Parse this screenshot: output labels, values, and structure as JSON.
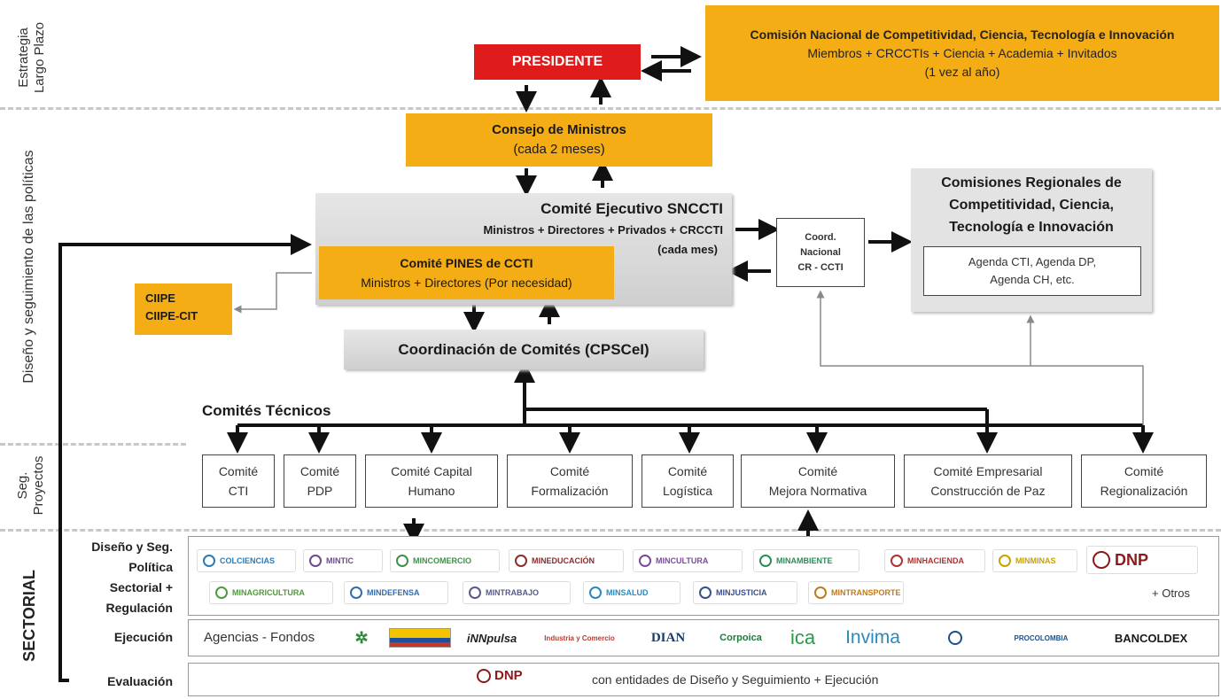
{
  "side_labels": {
    "strategy": [
      "Estrategia",
      "Largo Plazo"
    ],
    "design": "Diseño y seguimiento de las políticas",
    "projects": [
      "Seg.",
      "Proyectos"
    ],
    "sectoral": "SECTORIAL"
  },
  "presidente": "PRESIDENTE",
  "comision_nacional": {
    "title": "Comisión Nacional de Competitividad, Ciencia, Tecnología e Innovación",
    "members": "Miembros + CRCCTIs + Ciencia + Academia +  Invitados",
    "frequency": "(1 vez al año)"
  },
  "consejo": {
    "title": "Consejo de Ministros",
    "frequency": "(cada 2 meses)"
  },
  "comite_ejecutivo": {
    "title": "Comité Ejecutivo SNCCTI",
    "members": "Ministros + Directores + Privados + CRCCTI",
    "frequency": "(cada mes)"
  },
  "comite_pines": {
    "title": "Comité PINES de CCTI",
    "members": "Ministros + Directores (Por necesidad)"
  },
  "ciipe": [
    "CIIPE",
    "CIIPE-CIT"
  ],
  "coordinacion": "Coordinación de Comités (CPSCeI)",
  "coord_nacional": [
    "Coord.",
    "Nacional",
    "CR - CCTI"
  ],
  "comisiones_regionales": {
    "title": [
      "Comisiones Regionales de",
      "Competitividad, Ciencia,",
      "Tecnología e Innovación"
    ],
    "agenda": [
      "Agenda CTI, Agenda DP,",
      "Agenda CH, etc."
    ]
  },
  "comites_tecnicos": {
    "title": "Comités Técnicos",
    "items": [
      [
        "Comité",
        "CTI"
      ],
      [
        "Comité",
        "PDP"
      ],
      [
        "Comité Capital",
        "Humano"
      ],
      [
        "Comité",
        "Formalización"
      ],
      [
        "Comité",
        "Logística"
      ],
      [
        "Comité",
        "Mejora Normativa"
      ],
      [
        "Comité Empresarial",
        "Construcción de Paz"
      ],
      [
        "Comité",
        "Regionalización"
      ]
    ]
  },
  "sectoral": {
    "design_label": [
      "Diseño y Seg.",
      "Política",
      "Sectorial +",
      "Regulación"
    ],
    "execution_label": "Ejecución",
    "evaluation_label": "Evaluación",
    "ministries_row1": [
      {
        "name": "COLCIENCIAS",
        "color": "#2a7ab8"
      },
      {
        "name": "MINTIC",
        "color": "#6b4a8a"
      },
      {
        "name": "MINCOMERCIO",
        "color": "#3f8f4a"
      },
      {
        "name": "MINEDUCACIÓN",
        "color": "#8b2b2b"
      },
      {
        "name": "MINCULTURA",
        "color": "#7a4a9a"
      },
      {
        "name": "MINAMBIENTE",
        "color": "#2e8b57"
      },
      {
        "name": "MINHACIENDA",
        "color": "#b03030"
      },
      {
        "name": "MINMINAS",
        "color": "#c8a200"
      },
      {
        "name": "DNP",
        "color": "#8b1a1a"
      }
    ],
    "ministries_row2": [
      {
        "name": "MINAGRICULTURA",
        "color": "#4f9a3a"
      },
      {
        "name": "MINDEFENSA",
        "color": "#2f6db0"
      },
      {
        "name": "MINTRABAJO",
        "color": "#5a5a8a"
      },
      {
        "name": "MINSALUD",
        "color": "#2a8ac0"
      },
      {
        "name": "MINJUSTICIA",
        "color": "#3a4f8a"
      },
      {
        "name": "MINTRANSPORTE",
        "color": "#c07a20"
      }
    ],
    "otros": "+ Otros",
    "agencias": "Agencias - Fondos",
    "execution_logos": [
      {
        "name": "SENA",
        "color": "#2e8b3a"
      },
      {
        "name": "iNNpulsa",
        "color": "#222"
      },
      {
        "name": "Industria y Comercio",
        "color": "#c0392b"
      },
      {
        "name": "DIAN",
        "color": "#1a3a6a"
      },
      {
        "name": "Corpoica",
        "color": "#1f7a3a"
      },
      {
        "name": "ica",
        "color": "#2a9a4a"
      },
      {
        "name": "Invima",
        "color": "#2a8ac0"
      },
      {
        "name": "PROCOLOMBIA",
        "color": "#1f4f8a"
      },
      {
        "name": "BANCOLDEX",
        "color": "#1a1a1a"
      }
    ],
    "dnp": "DNP",
    "evaluation_text": "con  entidades de Diseño y Seguimiento + Ejecución"
  },
  "colors": {
    "orange": "#f5ad16",
    "red": "#e01b1b",
    "gray": "#d6d6d6",
    "dash": "#c8c8c8"
  }
}
